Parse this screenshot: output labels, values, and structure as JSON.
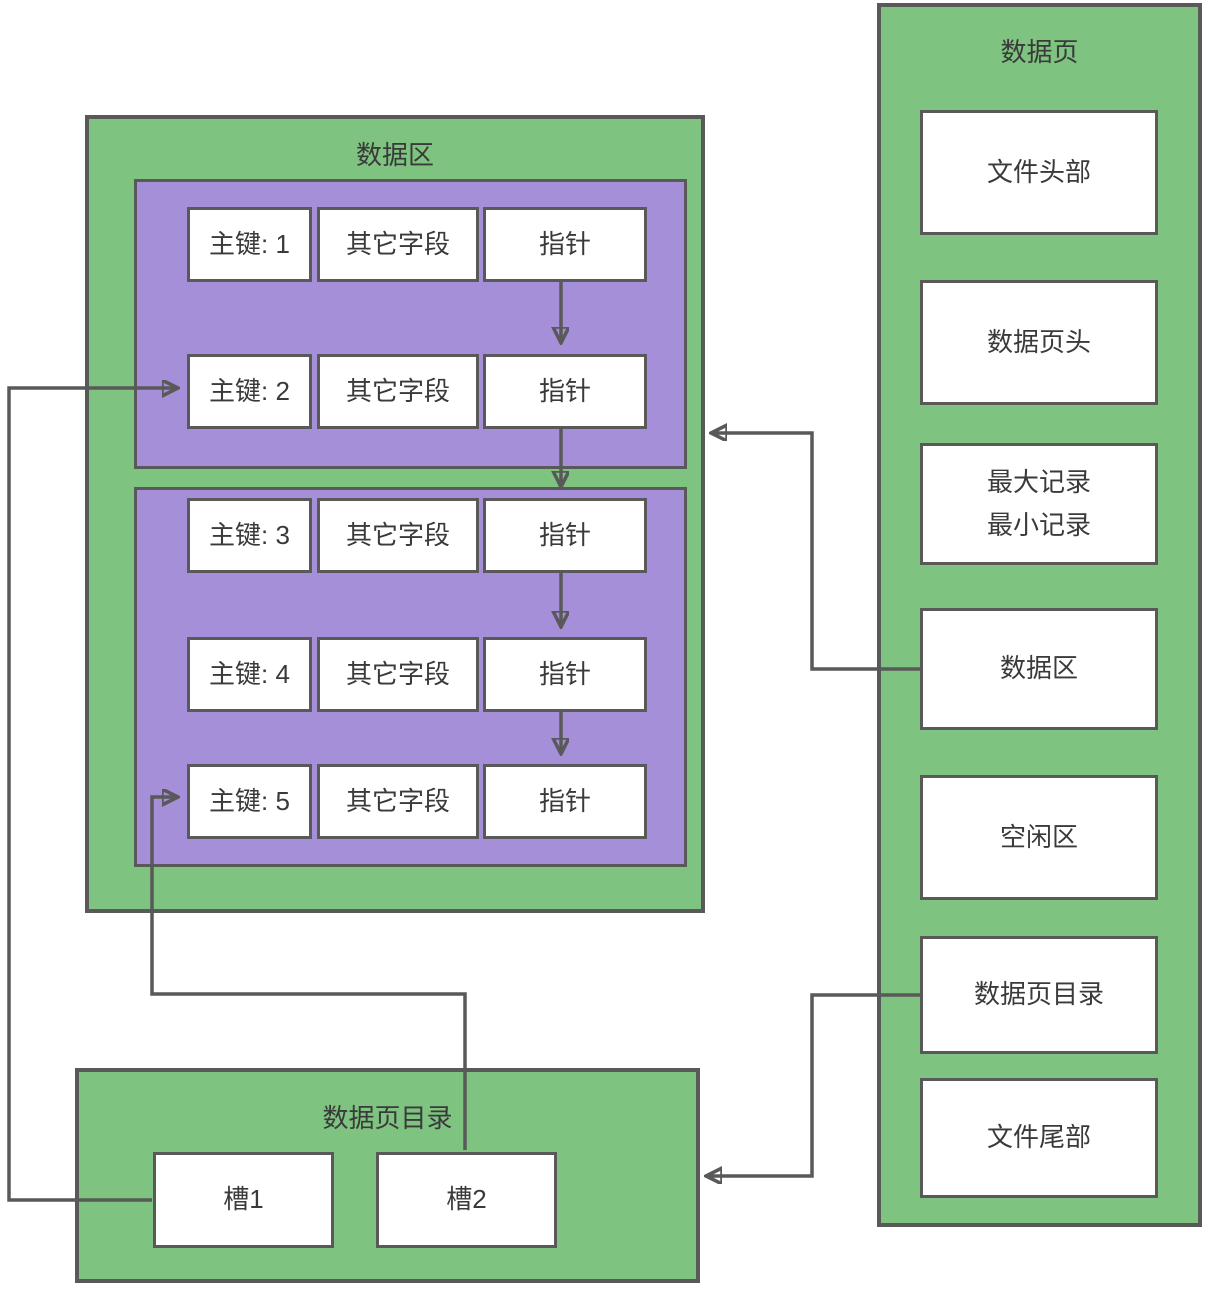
{
  "colors": {
    "green_fill": "#7EC380",
    "purple_fill": "#A48FD8",
    "border": "#595959",
    "text": "#3a3a3a",
    "box_fill": "#ffffff"
  },
  "data_area": {
    "title": "数据区",
    "pages": [
      {
        "records": [
          {
            "key": "主键: 1",
            "fields": "其它字段",
            "pointer": "指针"
          },
          {
            "key": "主键: 2",
            "fields": "其它字段",
            "pointer": "指针"
          }
        ]
      },
      {
        "records": [
          {
            "key": "主键: 3",
            "fields": "其它字段",
            "pointer": "指针"
          },
          {
            "key": "主键: 4",
            "fields": "其它字段",
            "pointer": "指针"
          },
          {
            "key": "主键: 5",
            "fields": "其它字段",
            "pointer": "指针"
          }
        ]
      }
    ]
  },
  "directory": {
    "title": "数据页目录",
    "slots": [
      {
        "label": "槽1"
      },
      {
        "label": "槽2"
      }
    ]
  },
  "page_panel": {
    "title": "数据页",
    "sections": [
      {
        "label": "文件头部"
      },
      {
        "label": "数据页头"
      },
      {
        "label": "最大记录",
        "label2": "最小记录"
      },
      {
        "label": "数据区"
      },
      {
        "label": "空闲区"
      },
      {
        "label": "数据页目录"
      },
      {
        "label": "文件尾部"
      }
    ]
  }
}
